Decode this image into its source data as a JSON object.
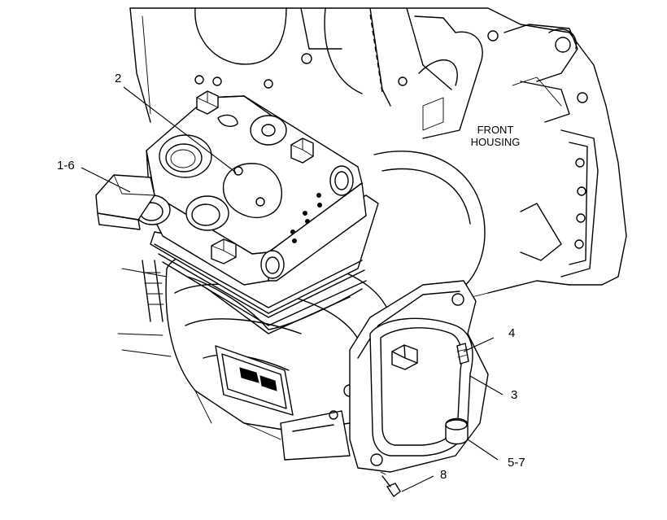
{
  "diagram": {
    "callouts": [
      {
        "id": "c2",
        "text": "2"
      },
      {
        "id": "c16",
        "text": "1-6"
      },
      {
        "id": "c4",
        "text": "4"
      },
      {
        "id": "c3",
        "text": "3"
      },
      {
        "id": "c57",
        "text": "5-7"
      },
      {
        "id": "c8",
        "text": "8"
      }
    ],
    "housing_label": {
      "line1": "FRONT",
      "line2": "HOUSING"
    }
  }
}
